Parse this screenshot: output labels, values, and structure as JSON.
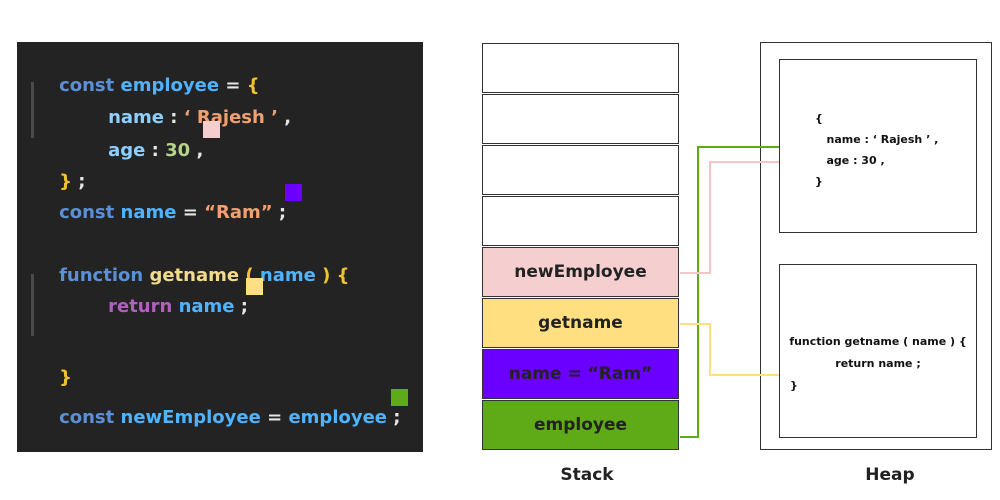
{
  "code": {
    "line1": {
      "kw": "const",
      "name": "employee",
      "op": "=",
      "brace": "{"
    },
    "line2": {
      "key": "name",
      "colon": ":",
      "value": "‘ Rajesh ’",
      "comma": ","
    },
    "line3": {
      "key": "age",
      "colon": ":",
      "value": "30",
      "comma": ","
    },
    "line4": {
      "brace": "}",
      "semi": ";"
    },
    "line5": {
      "kw": "const",
      "name": "name",
      "op": "=",
      "value": "“Ram”",
      "semi": ";"
    },
    "line6": {
      "kw": "function",
      "fn": "getname",
      "open": "(",
      "param": "name",
      "close": ")",
      "brace": "{"
    },
    "line7": {
      "kw": "return",
      "name": "name",
      "semi": ";"
    },
    "line8": {
      "brace": "}"
    },
    "line9": {
      "kw": "const",
      "name": "newEmployee",
      "op": "=",
      "value": "employee",
      "semi": ";"
    }
  },
  "stack": {
    "label": "Stack",
    "cells": [
      {
        "label": "",
        "color": "#ffffff"
      },
      {
        "label": "",
        "color": "#ffffff"
      },
      {
        "label": "",
        "color": "#ffffff"
      },
      {
        "label": "",
        "color": "#ffffff"
      },
      {
        "label": "newEmployee",
        "color": "#f5cfcf"
      },
      {
        "label": "getname",
        "color": "#ffdf80"
      },
      {
        "label": "name = “Ram”",
        "color": "#6a00ff"
      },
      {
        "label": "employee",
        "color": "#5eab17"
      }
    ]
  },
  "heap": {
    "label": "Heap",
    "object_lines": [
      "{",
      "   name : ‘ Rajesh ’ ,",
      "   age : 30 ,",
      "}"
    ],
    "function_lines": [
      "function getname ( name ) {",
      "return name ;",
      "}"
    ]
  },
  "colors": {
    "object_ref": "#5eab17",
    "new_employee_ref": "#f5c6c6",
    "function_ref": "#ffdf80",
    "primitive": "#6a00ff"
  }
}
